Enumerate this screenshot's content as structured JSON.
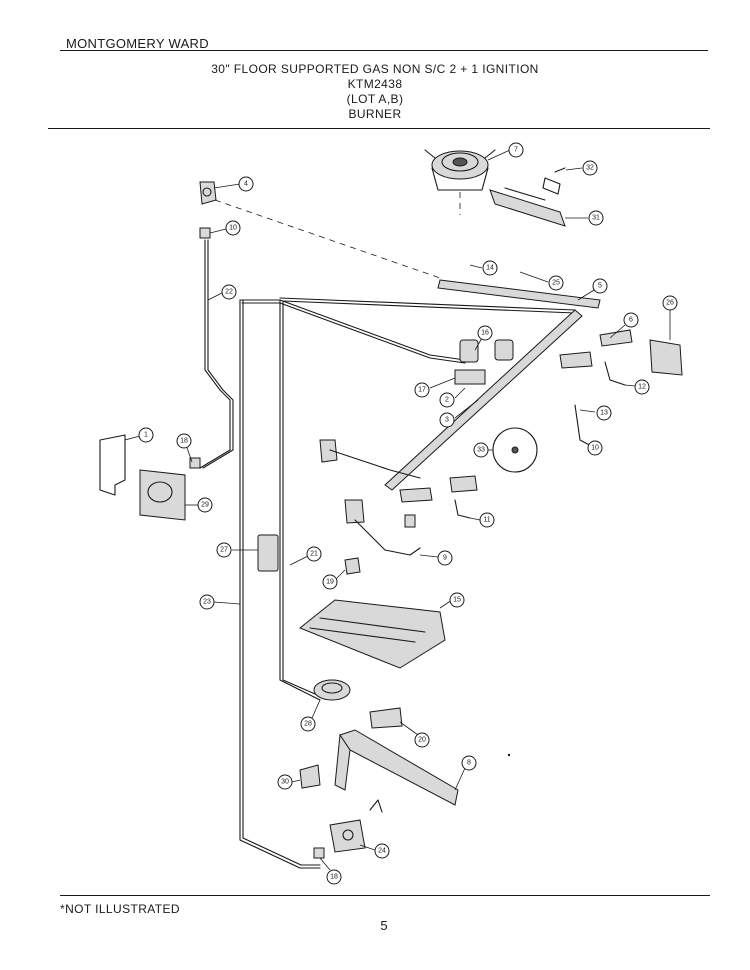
{
  "header": {
    "brand": "MONTGOMERY WARD",
    "title_line1": "30\" FLOOR SUPPORTED GAS NON S/C 2 + 1 IGNITION",
    "title_line2": "KTM2438",
    "title_line3": "(LOT A,B)",
    "title_line4": "BURNER"
  },
  "footer": {
    "note": "*NOT ILLUSTRATED",
    "page_number": "5"
  },
  "callouts": {
    "c7": "7",
    "c32": "32",
    "c31": "31",
    "c4": "4",
    "c10": "10",
    "c14": "14",
    "c25": "25",
    "c5": "5",
    "c26": "26",
    "c22": "22",
    "c6": "6",
    "c16": "16",
    "c17": "17",
    "c2": "2",
    "c3": "3",
    "c12": "12",
    "c13": "13",
    "c1": "1",
    "c18a": "18",
    "c33": "33",
    "c10b": "10",
    "c29": "29",
    "c11": "11",
    "c27": "27",
    "c21": "21",
    "c9": "9",
    "c19": "19",
    "c15": "15",
    "c23": "23",
    "c28": "28",
    "c20": "20",
    "c8": "8",
    "c30": "30",
    "c24": "24",
    "c18b": "18"
  }
}
